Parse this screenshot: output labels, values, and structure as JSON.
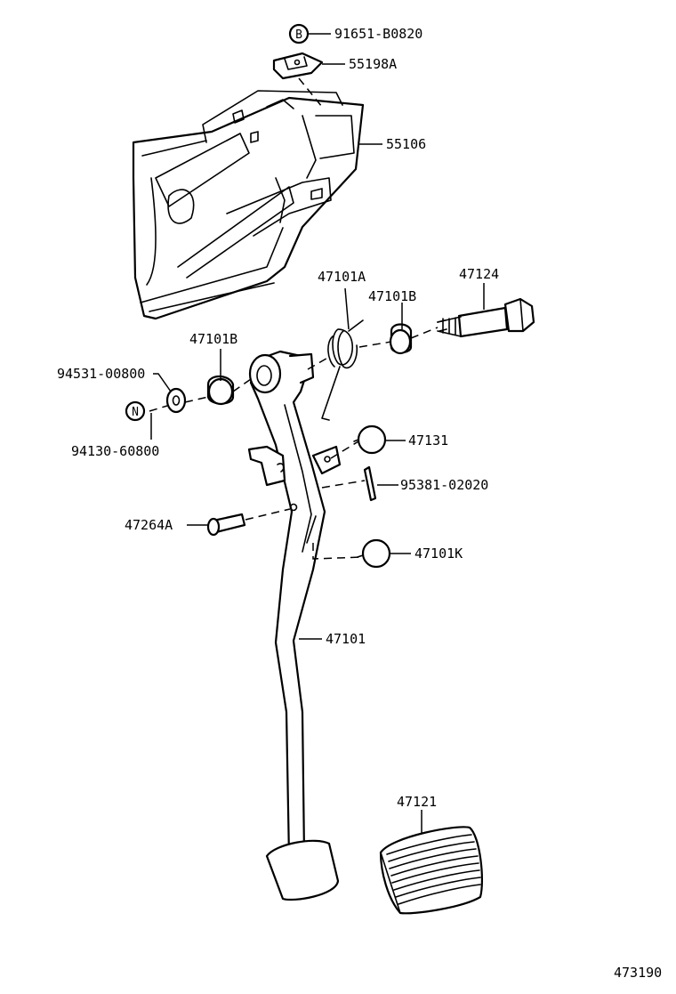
{
  "labels": {
    "bolt_b": "91651-B0820",
    "circle_b": "B",
    "clip": "55198A",
    "bracket": "55106",
    "spring": "47101A",
    "bushing_right": "47101B",
    "bolt": "47124",
    "bushing_left": "47101B",
    "washer": "94531-00800",
    "circle_n": "N",
    "nut": "94130-60800",
    "stopper": "47131",
    "pin": "95381-02020",
    "clevis_pin": "47264A",
    "cushion": "47101K",
    "pedal_arm": "47101",
    "pad": "47121",
    "figure_number": "473190"
  }
}
